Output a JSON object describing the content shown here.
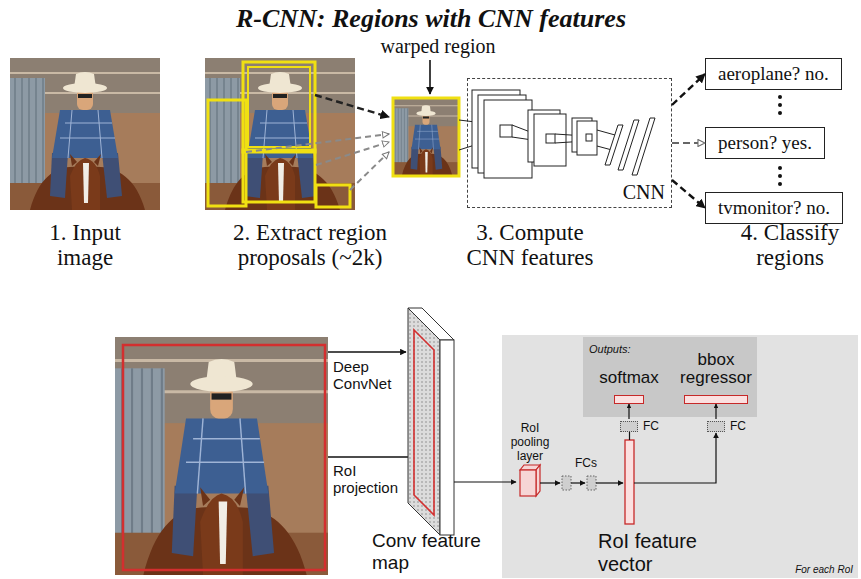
{
  "diagram": {
    "title": "R-CNN: Regions with CNN features",
    "nodes": [
      {
        "text": [
          "CNN"
        ]
      },
      {
        "text": [
          "aeroplane? no."
        ]
      },
      {
        "text": [
          "person? yes."
        ]
      },
      {
        "text": [
          "tvmonitor? no."
        ]
      },
      {
        "text": [
          "For each RoI"
        ]
      },
      {
        "text": [
          "Outputs:"
        ],
        "in": 4
      },
      {
        "text": [
          "softmax"
        ],
        "in": 5
      },
      {
        "text": [
          "bbox regressor"
        ],
        "in": 5
      },
      {
        "text": [
          "FC"
        ],
        "in": 4
      },
      {
        "text": [
          "FC"
        ],
        "in": 4
      }
    ],
    "edges": [
      {
        "from": 0,
        "to": 1,
        "arrow": "to"
      },
      {
        "from": 0,
        "to": 2,
        "arrow": "to"
      },
      {
        "from": 0,
        "to": 3,
        "arrow": "to"
      },
      {
        "from": 8,
        "to": 6,
        "arrow": "to"
      },
      {
        "from": 9,
        "to": 7,
        "arrow": "to"
      }
    ],
    "labels": [
      "warped region",
      "1. Input image",
      "2. Extract region proposals (~2k)",
      "3. Compute CNN features",
      "4. Classify regions",
      "Deep ConvNet",
      "RoI projection",
      "Conv feature map",
      "RoI pooling layer",
      "FCs",
      "RoI feature vector"
    ]
  }
}
